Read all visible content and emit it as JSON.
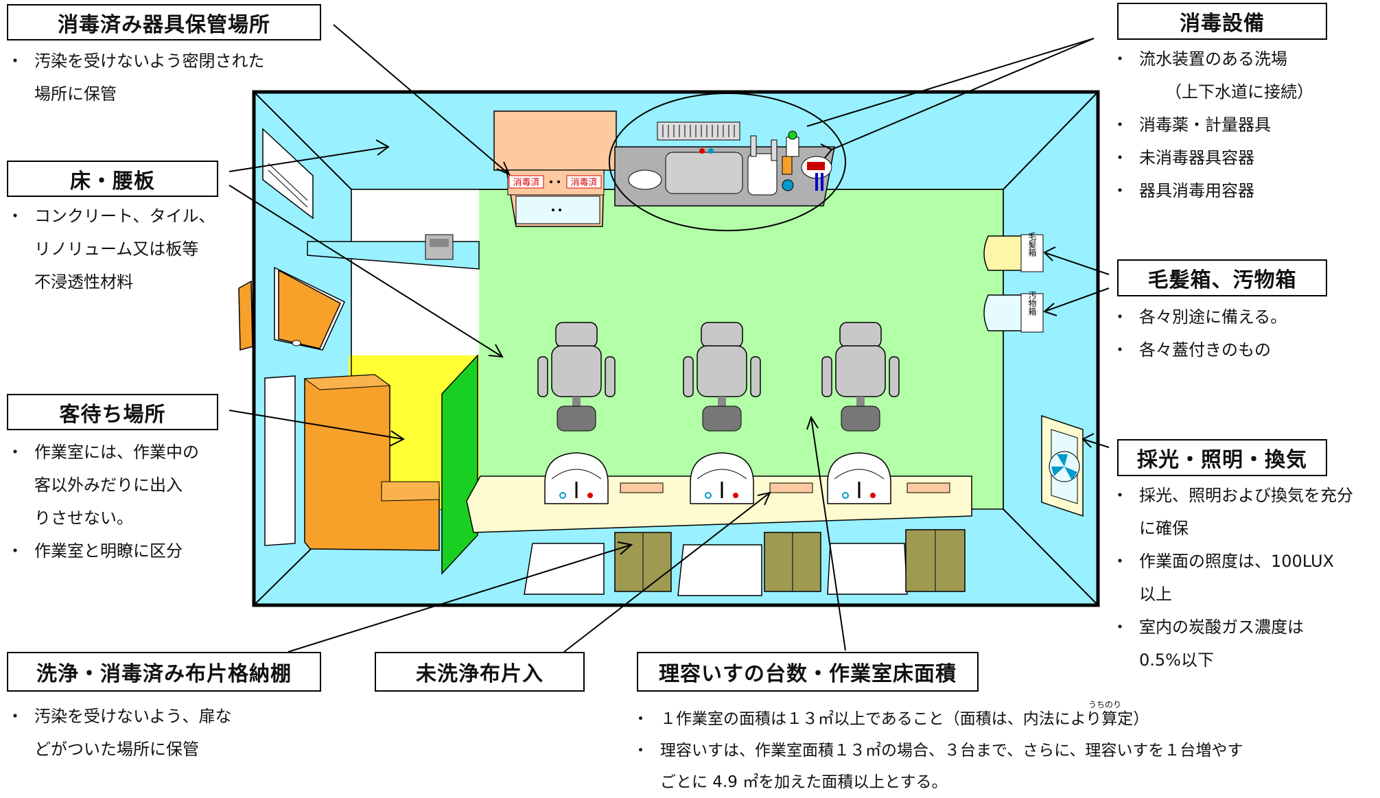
{
  "labels": {
    "storage_title": "消毒済み器具保管場所",
    "storage_notes": [
      "汚染を受けないよう密閉された",
      "場所に保管"
    ],
    "floor_title": "床・腰板",
    "floor_notes": [
      "コンクリート、タイル、",
      "リノリューム又は板等",
      "不浸透性材料"
    ],
    "waiting_title": "客待ち場所",
    "waiting_notes": [
      "作業室には、作業中の",
      "客以外みだりに出入",
      "りさせない。",
      "作業室と明瞭に区分"
    ],
    "shelf_title": "洗浄・消毒済み布片格納棚",
    "shelf_notes": [
      "汚染を受けないよう、扉な",
      "どがついた場所に保管"
    ],
    "unwashed_title": "未洗浄布片入",
    "chairs_title": "理容いすの台数・作業室床面積",
    "chairs_notes": [
      "１作業室の面積は１３㎡以上であること（面積は、内法により算定）",
      "理容いすは、作業室面積１３㎡の場合、３台まで、さらに、理容いすを１台増やす",
      "ごとに 4.9 ㎡を加えた面積以上とする。"
    ],
    "chairs_ruby": "うちのり",
    "disinfect_title": "消毒設備",
    "disinfect_notes": [
      "流水装置のある洗場",
      "（上下水道に接続）",
      "消毒薬・計量器具",
      "未消毒器具容器",
      "器具消毒用容器"
    ],
    "hair_title": "毛髪箱、汚物箱",
    "hair_notes": [
      "各々別途に備える。",
      "各々蓋付きのもの"
    ],
    "light_title": "採光・照明・換気",
    "light_notes": [
      "採光、照明および換気を充分",
      "に確保",
      "作業面の照度は、100LUX",
      "以上",
      "室内の炭酸ガス濃度は",
      "0.5%以下"
    ]
  },
  "room_tags": {
    "cabinet_left": "消毒済",
    "cabinet_right": "消毒済",
    "hair_box": "毛髪箱",
    "waste_box": "汚物箱"
  },
  "colors": {
    "wall": "#99f0ff",
    "floor": "#b3ffa8",
    "waiting": "#ffff33",
    "sofa": "#f7a02a",
    "partition": "#19d022",
    "counter": "#fffbd0",
    "cabinet": "#fcc9a0",
    "box": "#9e9a52",
    "chair": "#c8c8c8"
  }
}
